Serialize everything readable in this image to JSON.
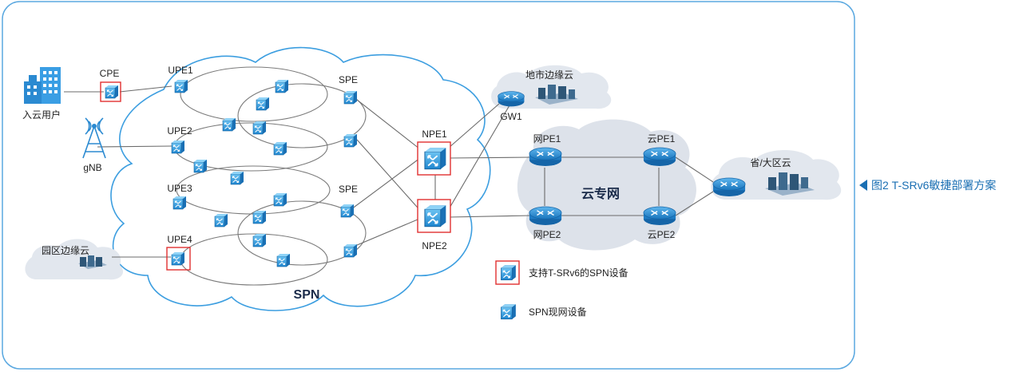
{
  "caption": "图2 T-SRv6敏捷部署方案",
  "colors": {
    "frame": "#5aa8e0",
    "device_fill": "#3aa6e8",
    "device_dark": "#1d7fc4",
    "router_fill": "#2b8fd6",
    "highlight": "#e03030",
    "cloud_fill": "#dfe4ec",
    "link": "#6b6b6b"
  },
  "labels": {
    "cpe": "CPE",
    "user": "入云用户",
    "gnb": "gNB",
    "park_cloud": "园区边缘云",
    "upe1": "UPE1",
    "upe2": "UPE2",
    "upe3": "UPE3",
    "upe4": "UPE4",
    "spe_top": "SPE",
    "spe_bottom": "SPE",
    "npe1": "NPE1",
    "npe2": "NPE2",
    "spn": "SPN",
    "city_cloud": "地市边缘云",
    "gw1": "GW1",
    "netpe1": "网PE1",
    "netpe2": "网PE2",
    "cloud_net": "云专网",
    "cloudpe1": "云PE1",
    "cloudpe2": "云PE2",
    "province_cloud": "省/大区云"
  },
  "legend": [
    {
      "text": "支持T-SRv6的SPN设备",
      "icon": "spn-device-highlighted-icon"
    },
    {
      "text": "SPN现网设备",
      "icon": "spn-device-icon"
    }
  ]
}
